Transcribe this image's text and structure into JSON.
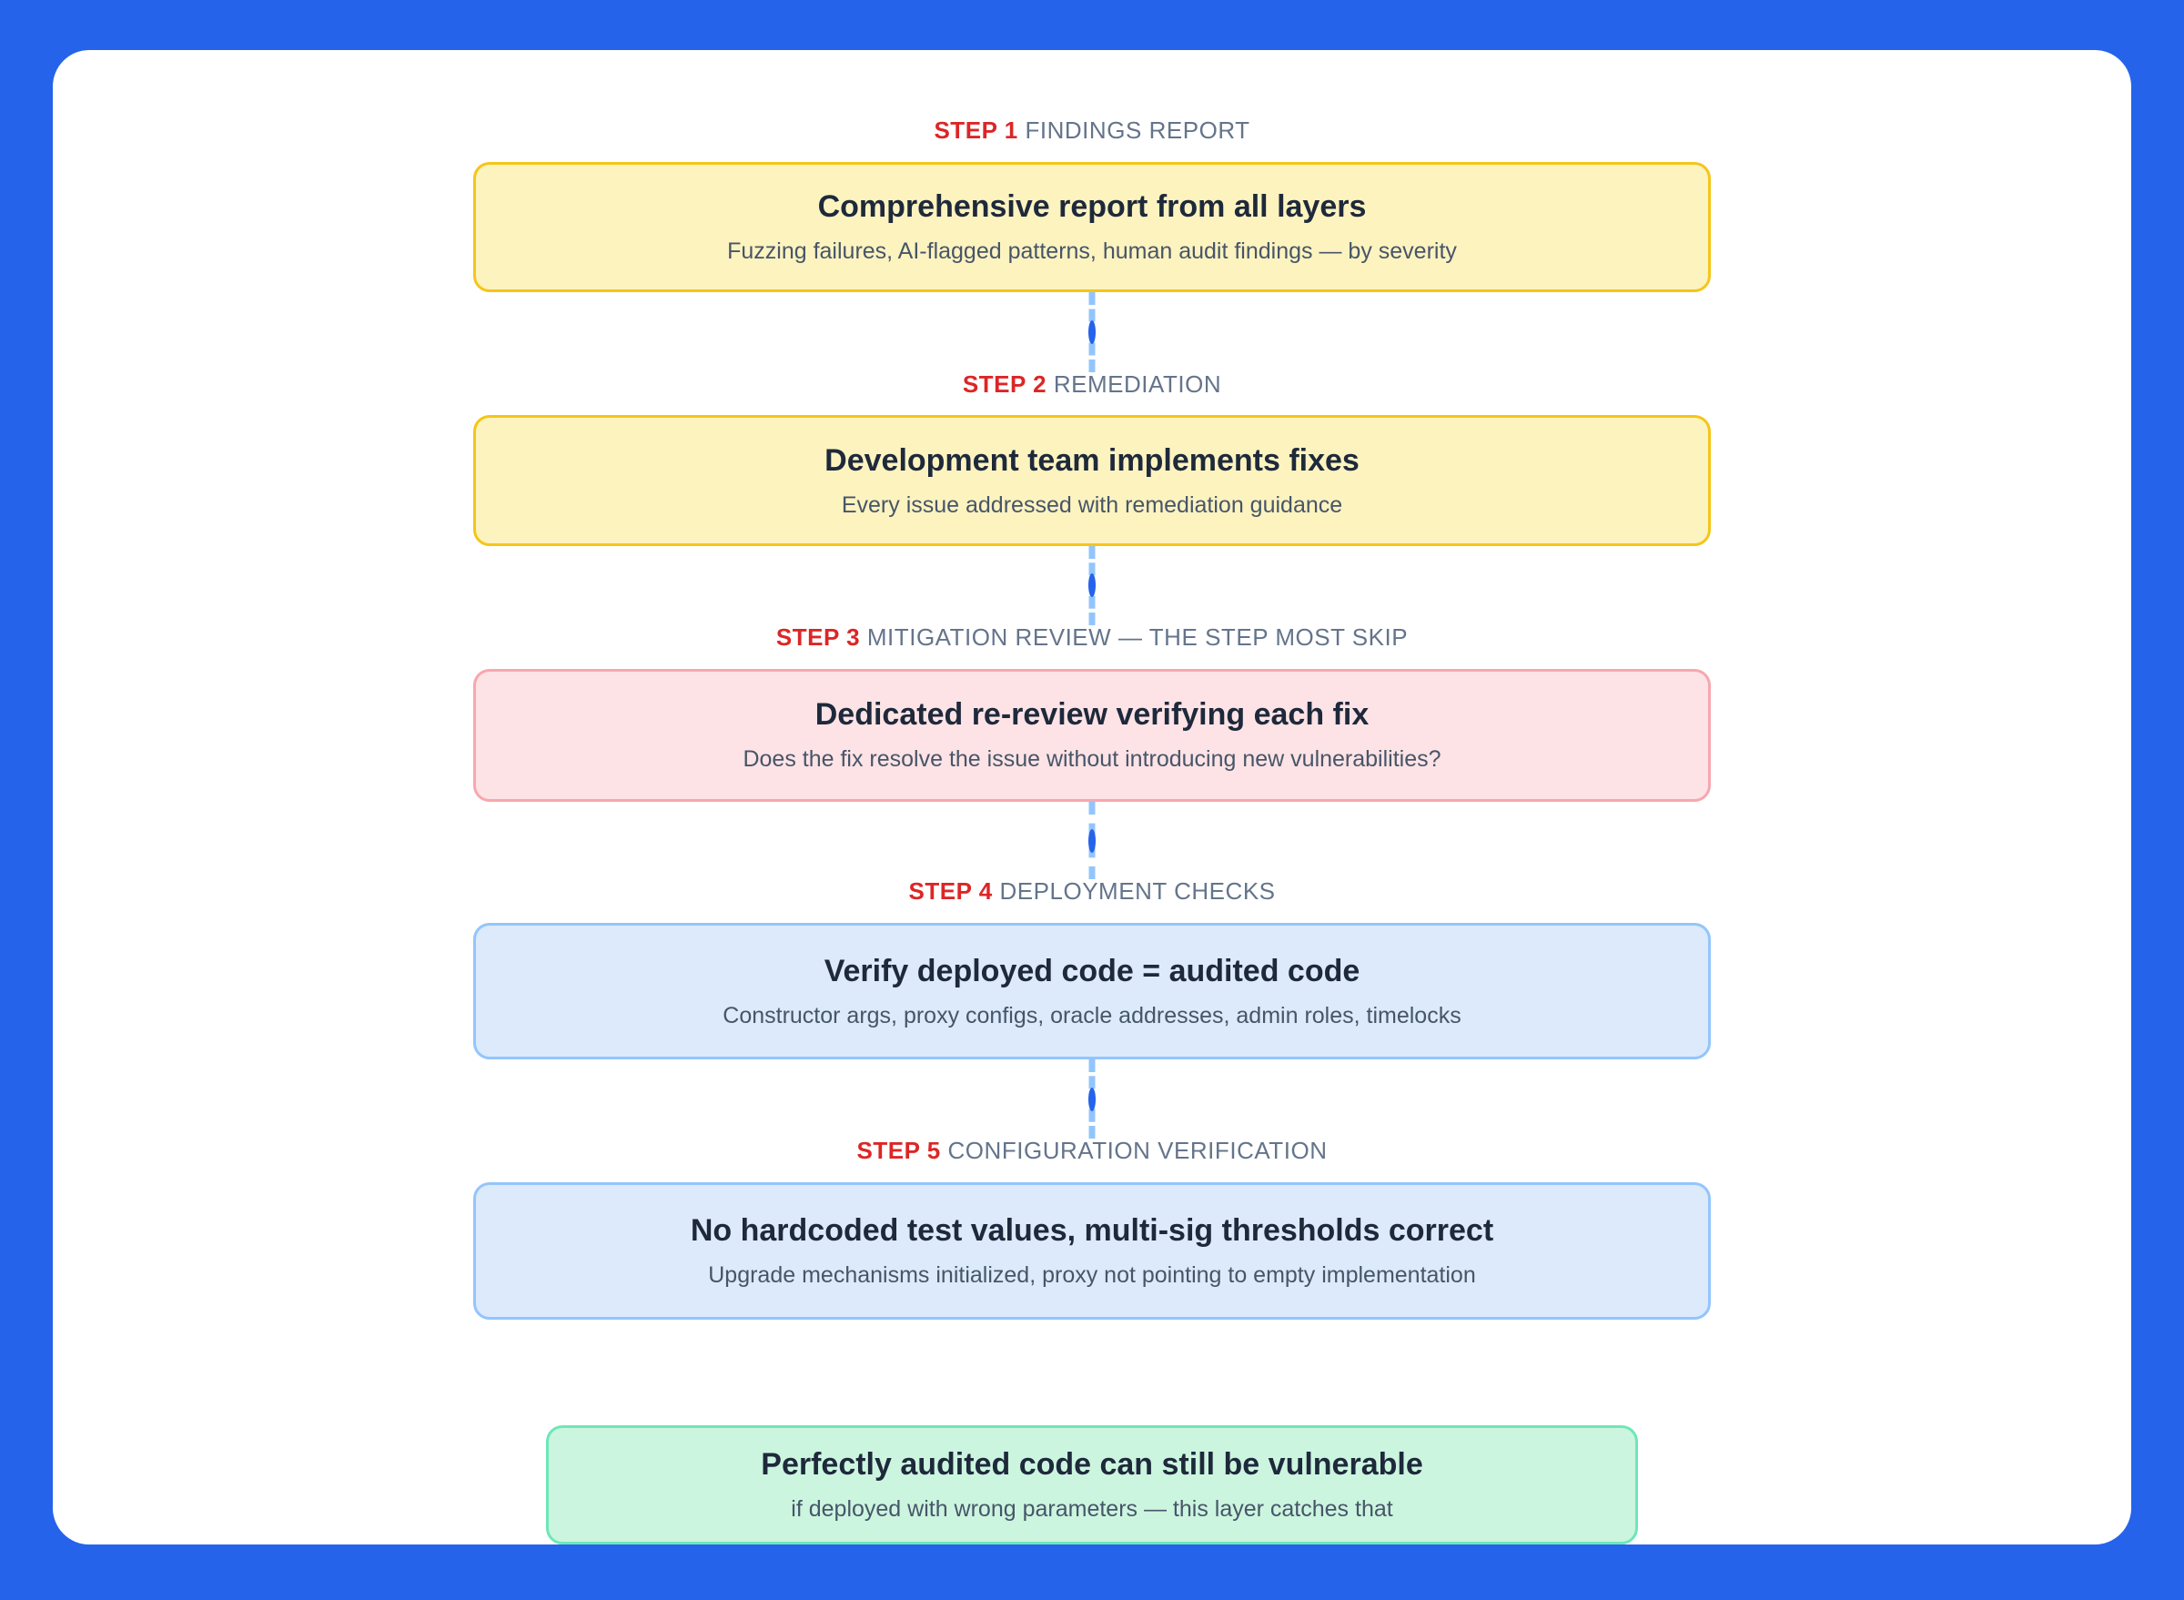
{
  "theme": {
    "page_background": "#2563EB",
    "panel_background": "#FFFFFF",
    "step_number_color": "#DC2626",
    "step_title_color": "#64748B",
    "card_title_color": "#1E293B",
    "card_subtitle_color": "#475569",
    "connector_line_color": "#93C5FD",
    "connector_dot_color": "#2563EB"
  },
  "steps": [
    {
      "number": "STEP 1",
      "label": "FINDINGS REPORT",
      "title": "Comprehensive report from all layers",
      "subtitle": "Fuzzing failures, AI-flagged patterns, human audit findings — by severity",
      "color": "yellow",
      "background": "#FCF3BF",
      "border": "#F5C518"
    },
    {
      "number": "STEP 2",
      "label": "REMEDIATION",
      "title": "Development team implements fixes",
      "subtitle": "Every issue addressed with remediation guidance",
      "color": "yellow",
      "background": "#FCF3BF",
      "border": "#F5C518"
    },
    {
      "number": "STEP 3",
      "label": "MITIGATION REVIEW — THE STEP MOST SKIP",
      "title": "Dedicated re-review verifying each fix",
      "subtitle": "Does the fix resolve the issue without introducing new vulnerabilities?",
      "color": "pink",
      "background": "#FDE3E5",
      "border": "#F7A7AF"
    },
    {
      "number": "STEP 4",
      "label": "DEPLOYMENT CHECKS",
      "title": "Verify deployed code = audited code",
      "subtitle": "Constructor args, proxy configs, oracle addresses, admin roles, timelocks",
      "color": "blue",
      "background": "#DCEAFC",
      "border": "#93C5FD"
    },
    {
      "number": "STEP 5",
      "label": "CONFIGURATION VERIFICATION",
      "title": "No hardcoded test values, multi-sig thresholds correct",
      "subtitle": "Upgrade mechanisms initialized, proxy not pointing to empty implementation",
      "color": "blue",
      "background": "#DCEAFC",
      "border": "#93C5FD"
    }
  ],
  "conclusion": {
    "title": "Perfectly audited code can still be vulnerable",
    "subtitle": "if deployed with wrong parameters — this layer catches that",
    "color": "green",
    "background": "#CCF5DF",
    "border": "#6EE7B7"
  }
}
